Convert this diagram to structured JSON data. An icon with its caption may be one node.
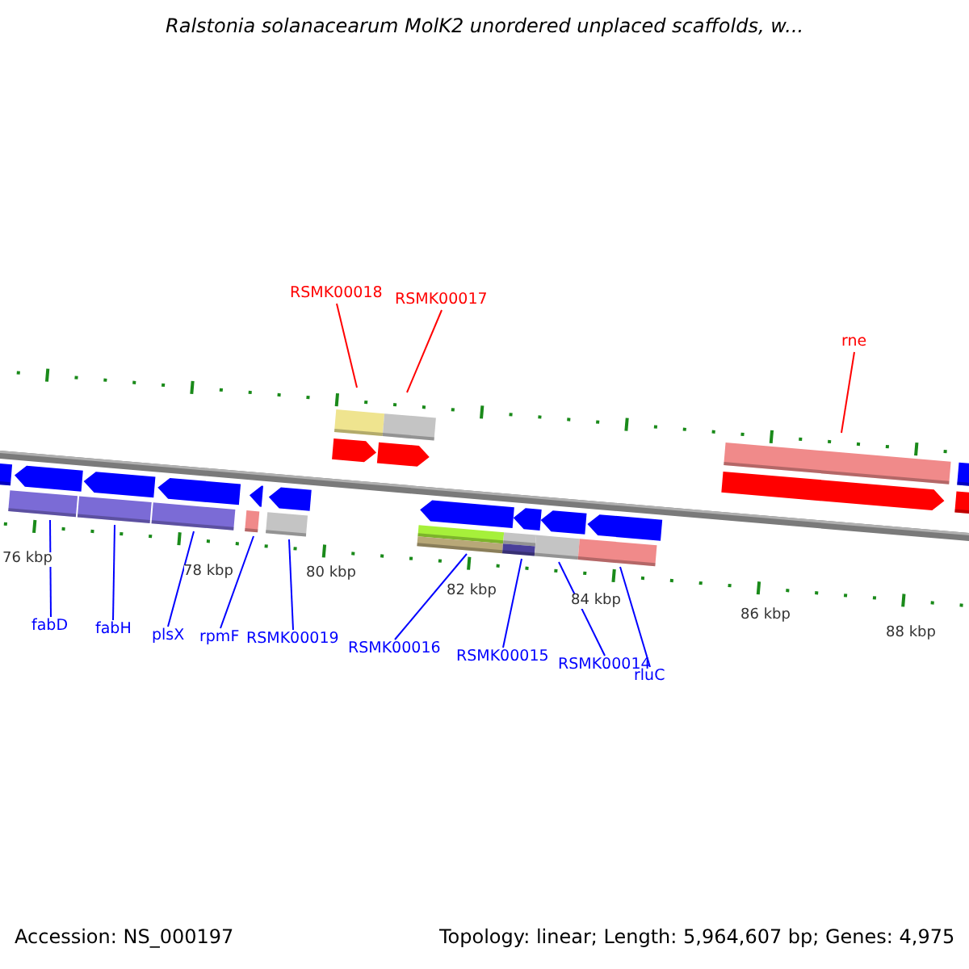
{
  "diagram": {
    "title": "Ralstonia solanacearum MolK2 unordered unplaced scaffolds, w...",
    "nodes": [
      {
        "text": [
          "RSMK00018"
        ]
      },
      {
        "text": [
          "RSMK00017"
        ]
      },
      {
        "text": [
          "rne"
        ]
      },
      {
        "text": [
          "fabD"
        ]
      },
      {
        "text": [
          "fabH"
        ]
      },
      {
        "text": [
          "plsX"
        ]
      },
      {
        "text": [
          "rpmF"
        ]
      },
      {
        "text": [
          "RSMK00019"
        ]
      },
      {
        "text": [
          "RSMK00016"
        ]
      },
      {
        "text": [
          "RSMK00015"
        ]
      },
      {
        "text": [
          "RSMK00014"
        ]
      },
      {
        "text": [
          "rluC"
        ]
      }
    ],
    "edges": [
      {
        "from": 0,
        "to": null,
        "arrow": "none",
        "color": "#ff0000"
      },
      {
        "from": 1,
        "to": null,
        "arrow": "none",
        "color": "#ff0000"
      },
      {
        "from": 2,
        "to": null,
        "arrow": "none",
        "color": "#ff0000"
      },
      {
        "from": 3,
        "to": null,
        "arrow": "none"
      },
      {
        "from": 4,
        "to": null,
        "arrow": "none"
      },
      {
        "from": 5,
        "to": null,
        "arrow": "none"
      },
      {
        "from": 6,
        "to": null,
        "arrow": "none"
      },
      {
        "from": 7,
        "to": null,
        "arrow": "none"
      },
      {
        "from": 8,
        "to": null,
        "arrow": "none"
      },
      {
        "from": 9,
        "to": null,
        "arrow": "none"
      },
      {
        "from": 10,
        "to": null,
        "arrow": "none"
      },
      {
        "from": 11,
        "to": null,
        "arrow": "none"
      }
    ],
    "labels": [
      "76 kbp",
      "78 kbp",
      "80 kbp",
      "82 kbp",
      "84 kbp",
      "86 kbp",
      "88 kbp",
      "Accession: NS_000197",
      "Topology: linear; Length: 5,964,607 bp; Genes: 4,975"
    ]
  }
}
